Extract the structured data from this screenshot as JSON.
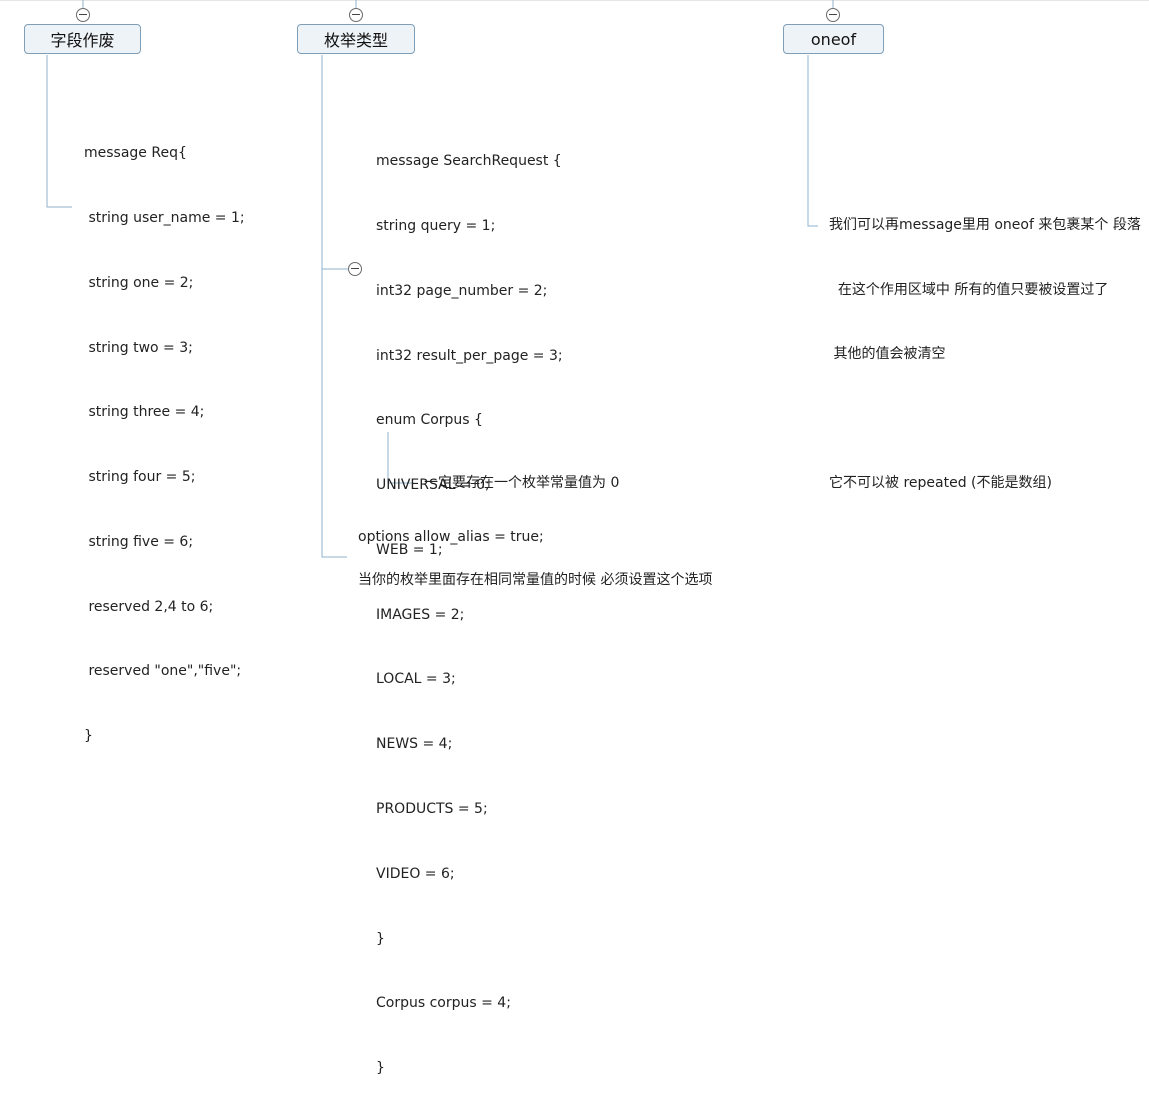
{
  "topics": {
    "field_deprecation": {
      "title": "字段作废"
    },
    "enum_type": {
      "title": "枚举类型"
    },
    "oneof": {
      "title": "oneof"
    }
  },
  "field_deprecation_code": [
    "message Req{",
    " string user_name = 1;",
    " string one = 2;",
    " string two = 3;",
    " string three = 4;",
    " string four = 5;",
    " string five = 6;",
    " reserved 2,4 to 6;",
    " reserved \"one\",\"five\";",
    "}"
  ],
  "enum_code": [
    "message SearchRequest {",
    "string query = 1;",
    "int32 page_number = 2;",
    "int32 result_per_page = 3;",
    "enum Corpus {",
    "UNIVERSAL = 0;",
    "WEB = 1;",
    "IMAGES = 2;",
    "LOCAL = 3;",
    "NEWS = 4;",
    "PRODUCTS = 5;",
    "VIDEO = 6;",
    "}",
    "Corpus corpus = 4;",
    "}"
  ],
  "enum_note": "一定要存在一个枚举常量值为 0",
  "allow_alias": {
    "code": "options allow_alias = true;",
    "description": "当你的枚举里面存在相同常量值的时候 必须设置这个选项"
  },
  "oneof_notes": [
    "我们可以再message里用 oneof 来包裹某个 段落",
    "  在这个作用区域中 所有的值只要被设置过了",
    " 其他的值会被清空",
    "",
    "它不可以被 repeated (不能是数组)"
  ],
  "colors": {
    "connector": "#8fb3cc",
    "topic_border": "#7f9fb8",
    "topic_fill": "#eef3f8"
  }
}
